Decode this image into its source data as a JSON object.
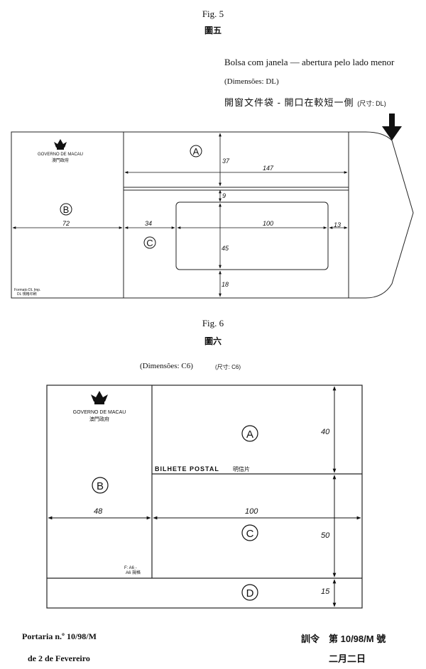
{
  "fig5": {
    "label": "Fig. 5",
    "label_zh": "圖五",
    "title_pt": "Bolsa com janela — abertura pelo lado menor",
    "dimensions_pt": "(Dimensões: DL)",
    "title_zh": "開窗文件袋 - 開口在較短一側",
    "dimensions_zh": "(尺寸: DL)",
    "govt_pt": "GOVERNO DE MACAU",
    "govt_zh": "澳門政府",
    "format_pt": "Formato DL Imp.",
    "format_zh": "DL 規格印刷",
    "regions": [
      "A",
      "B",
      "C"
    ],
    "dimensions": {
      "d37": "37",
      "d147": "147",
      "d9": "9",
      "d72": "72",
      "d34": "34",
      "d100": "100",
      "d13": "13",
      "d45": "45",
      "d18": "18"
    }
  },
  "fig6": {
    "label": "Fig. 6",
    "label_zh": "圖六",
    "dimensions_pt": "(Dimensões: C6)",
    "dimensions_zh": "(尺寸: C6)",
    "govt_pt": "GOVERNO DE MACAU",
    "govt_zh": "澳門政府",
    "bilhete": "BILHETE POSTAL",
    "bilhete_zh": "明信片",
    "format_pt": "F: A6 -",
    "format_zh": "A6 規格",
    "regions": [
      "A",
      "B",
      "C",
      "D"
    ],
    "dimensions": {
      "d40": "40",
      "d48": "48",
      "d100": "100",
      "d50": "50",
      "d15": "15"
    }
  },
  "footer": {
    "portaria": "Portaria n.º 10/98/M",
    "date_pt": "de 2 de Fevereiro",
    "portaria_zh": "訓令　第 10/98/M 號",
    "date_zh": "二月二日"
  }
}
